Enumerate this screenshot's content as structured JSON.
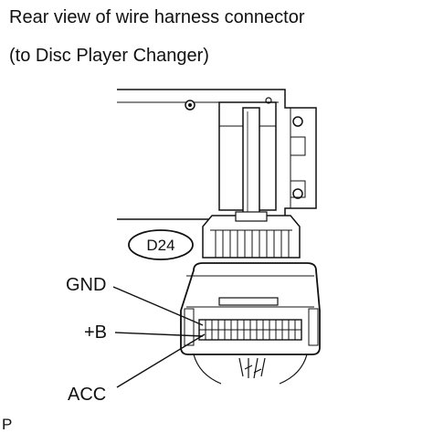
{
  "caption": {
    "line1": "Rear view of wire harness connector",
    "line2": "(to Disc Player Changer)"
  },
  "diagram": {
    "connector_id": "D24",
    "labels": {
      "gnd": "GND",
      "plus_b": "+B",
      "acc": "ACC"
    },
    "corner_mark": "P"
  }
}
